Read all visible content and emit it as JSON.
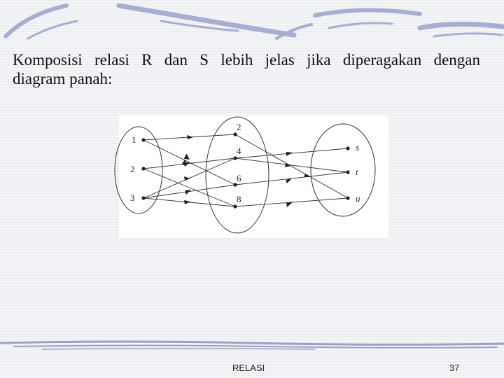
{
  "slide": {
    "heading_line1": "Komposisi relasi R dan S lebih jelas jika diperagakan dengan",
    "heading_line2": "diagram panah:",
    "footer_title": "RELASI",
    "page_number": "37"
  },
  "diagram": {
    "set_A": [
      "1",
      "2",
      "3"
    ],
    "set_B": [
      "2",
      "4",
      "6",
      "8"
    ],
    "set_C": [
      "s",
      "t",
      "u"
    ],
    "relation_R": [
      [
        "1",
        "2"
      ],
      [
        "1",
        "6"
      ],
      [
        "2",
        "4"
      ],
      [
        "2",
        "8"
      ],
      [
        "3",
        "4"
      ],
      [
        "3",
        "6"
      ],
      [
        "3",
        "8"
      ]
    ],
    "relation_S": [
      [
        "2",
        "u"
      ],
      [
        "4",
        "s"
      ],
      [
        "4",
        "t"
      ],
      [
        "6",
        "t"
      ],
      [
        "8",
        "u"
      ]
    ]
  },
  "colors": {
    "ink": "#222222",
    "deco": "#9aa2c4"
  }
}
